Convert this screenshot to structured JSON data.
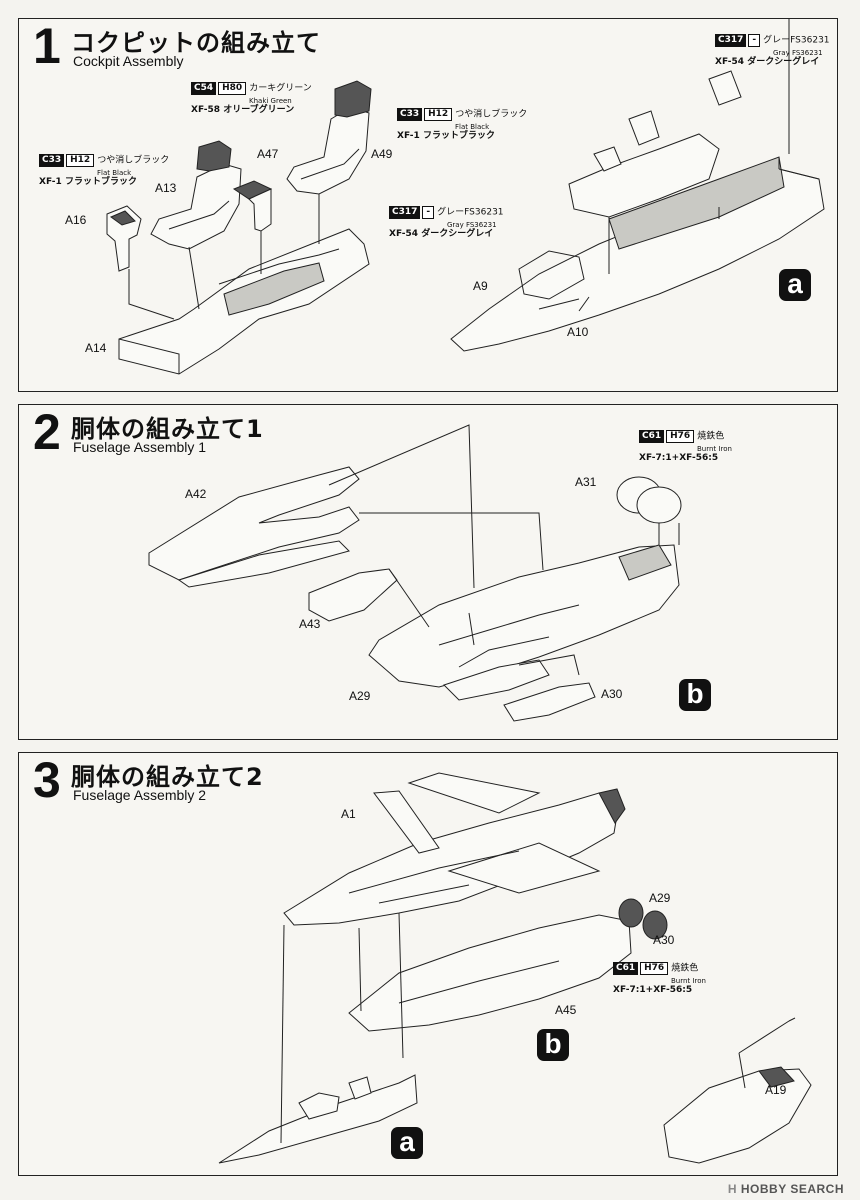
{
  "steps": [
    {
      "number": "1",
      "title_jp": "コクピットの組み立て",
      "title_en": "Cockpit Assembly"
    },
    {
      "number": "2",
      "title_jp": "胴体の組み立て1",
      "title_en": "Fuselage Assembly 1"
    },
    {
      "number": "3",
      "title_jp": "胴体の組み立て2",
      "title_en": "Fuselage Assembly 2"
    }
  ],
  "step1": {
    "parts": [
      "A16",
      "A13",
      "A47",
      "A49",
      "A14",
      "A9",
      "A10"
    ],
    "callouts": {
      "khaki": {
        "c": "C54",
        "h": "H80",
        "jp": "カーキグリーン",
        "en": "Khaki Green",
        "xf": "XF-58 オリーブグリーン"
      },
      "black_top": {
        "c": "C33",
        "h": "H12",
        "jp": "つや消しブラック",
        "en": "Flat Black",
        "xf": "XF-1 フラットブラック"
      },
      "black_left": {
        "c": "C33",
        "h": "H12",
        "jp": "つや消しブラック",
        "en": "Flat Black",
        "xf": "XF-1 フラットブラック"
      },
      "gray_mid": {
        "c": "C317",
        "h": "-",
        "jp": "グレーFS36231",
        "en": "Gray FS36231",
        "xf": "XF-54 ダークシーグレイ"
      },
      "gray_right": {
        "c": "C317",
        "h": "-",
        "jp": "グレーFS36231",
        "en": "Gray FS36231",
        "xf": "XF-54 ダークシーグレイ"
      }
    },
    "marker": "a"
  },
  "step2": {
    "parts": [
      "A42",
      "A43",
      "A29",
      "A31",
      "A30"
    ],
    "callout": {
      "c": "C61",
      "h": "H76",
      "jp": "焼鉄色",
      "en": "Burnt Iron",
      "xf": "XF-7:1+XF-56:5"
    },
    "marker": "b"
  },
  "step3": {
    "parts": [
      "A1",
      "A29",
      "A30",
      "A45",
      "A19"
    ],
    "callout": {
      "c": "C61",
      "h": "H76",
      "jp": "焼鉄色",
      "en": "Burnt Iron",
      "xf": "XF-7:1+XF-56:5"
    },
    "marker_b": "b",
    "marker_a": "a"
  },
  "watermark": {
    "logo": "H",
    "text": "HOBBY SEARCH"
  }
}
